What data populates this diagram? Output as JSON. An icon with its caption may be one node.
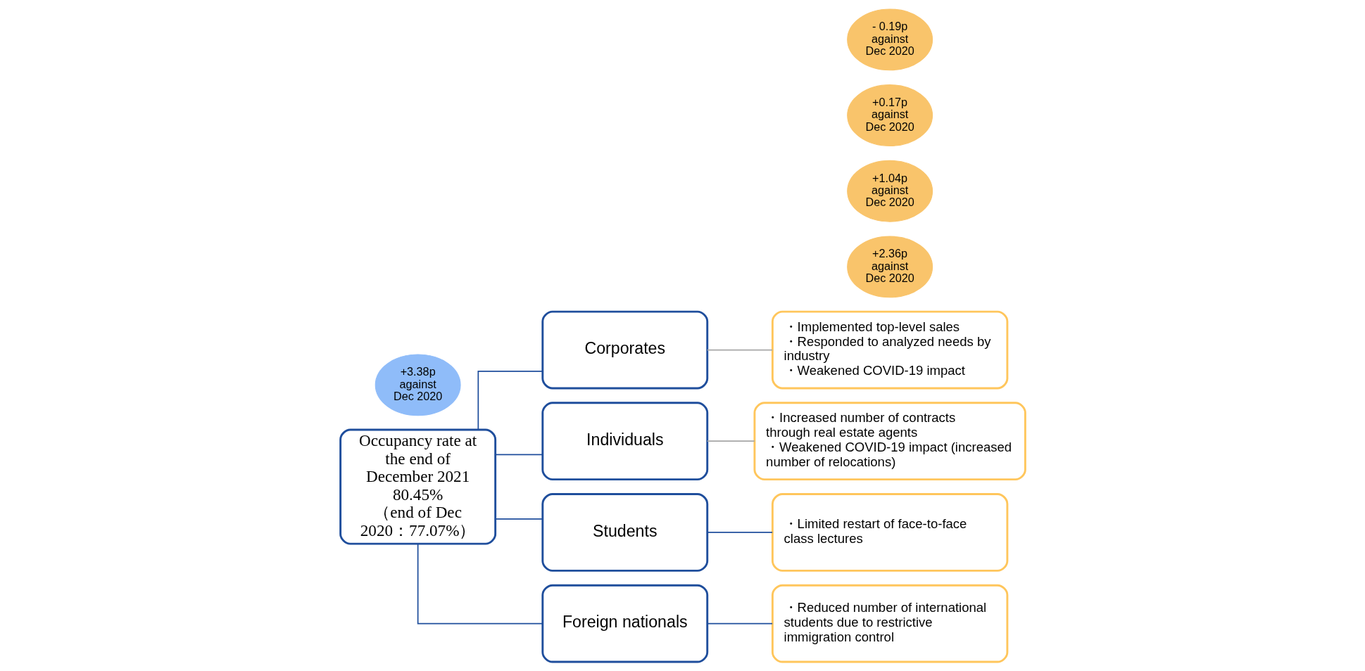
{
  "diagram": {
    "nodes": [
      {
        "text": [
          "Occupancy rate at the end of December 2021",
          "80.45%",
          "（end of Dec 2020：77.07%）"
        ]
      },
      {
        "text": [
          "Corporates"
        ]
      },
      {
        "text": [
          "Individuals"
        ]
      },
      {
        "text": [
          "Students"
        ]
      },
      {
        "text": [
          "Foreign nationals"
        ]
      },
      {
        "text": [
          "・Implemented top-level sales",
          "・Responded to analyzed needs by industry",
          "・Weakened COVID-19 impact"
        ]
      },
      {
        "text": [
          "・Increased number of contracts through real estate agents",
          "・Weakened COVID-19 impact (increased number of relocations)"
        ]
      },
      {
        "text": [
          "・Limited restart of face-to-face class lectures"
        ]
      },
      {
        "text": [
          "・Reduced number of international students due to restrictive immigration control"
        ]
      },
      {
        "text": [
          "+3.38p against Dec 2020"
        ]
      },
      {
        "text": [
          "+2.36p against Dec 2020"
        ]
      },
      {
        "text": [
          "+1.04p against Dec 2020"
        ]
      },
      {
        "text": [
          "+0.17p against Dec 2020"
        ]
      },
      {
        "text": [
          "- 0.19p against Dec 2020"
        ]
      }
    ],
    "edges": [
      {
        "from": 0,
        "to": 1,
        "arrow": "none"
      },
      {
        "from": 0,
        "to": 2,
        "arrow": "none"
      },
      {
        "from": 0,
        "to": 3,
        "arrow": "none"
      },
      {
        "from": 0,
        "to": 4,
        "arrow": "none"
      },
      {
        "from": 1,
        "to": 5,
        "arrow": "none",
        "color": "#a6a6a6"
      },
      {
        "from": 2,
        "to": 6,
        "arrow": "none",
        "color": "#a6a6a6"
      },
      {
        "from": 3,
        "to": 7,
        "arrow": "none"
      },
      {
        "from": 4,
        "to": 8,
        "arrow": "none"
      }
    ]
  }
}
